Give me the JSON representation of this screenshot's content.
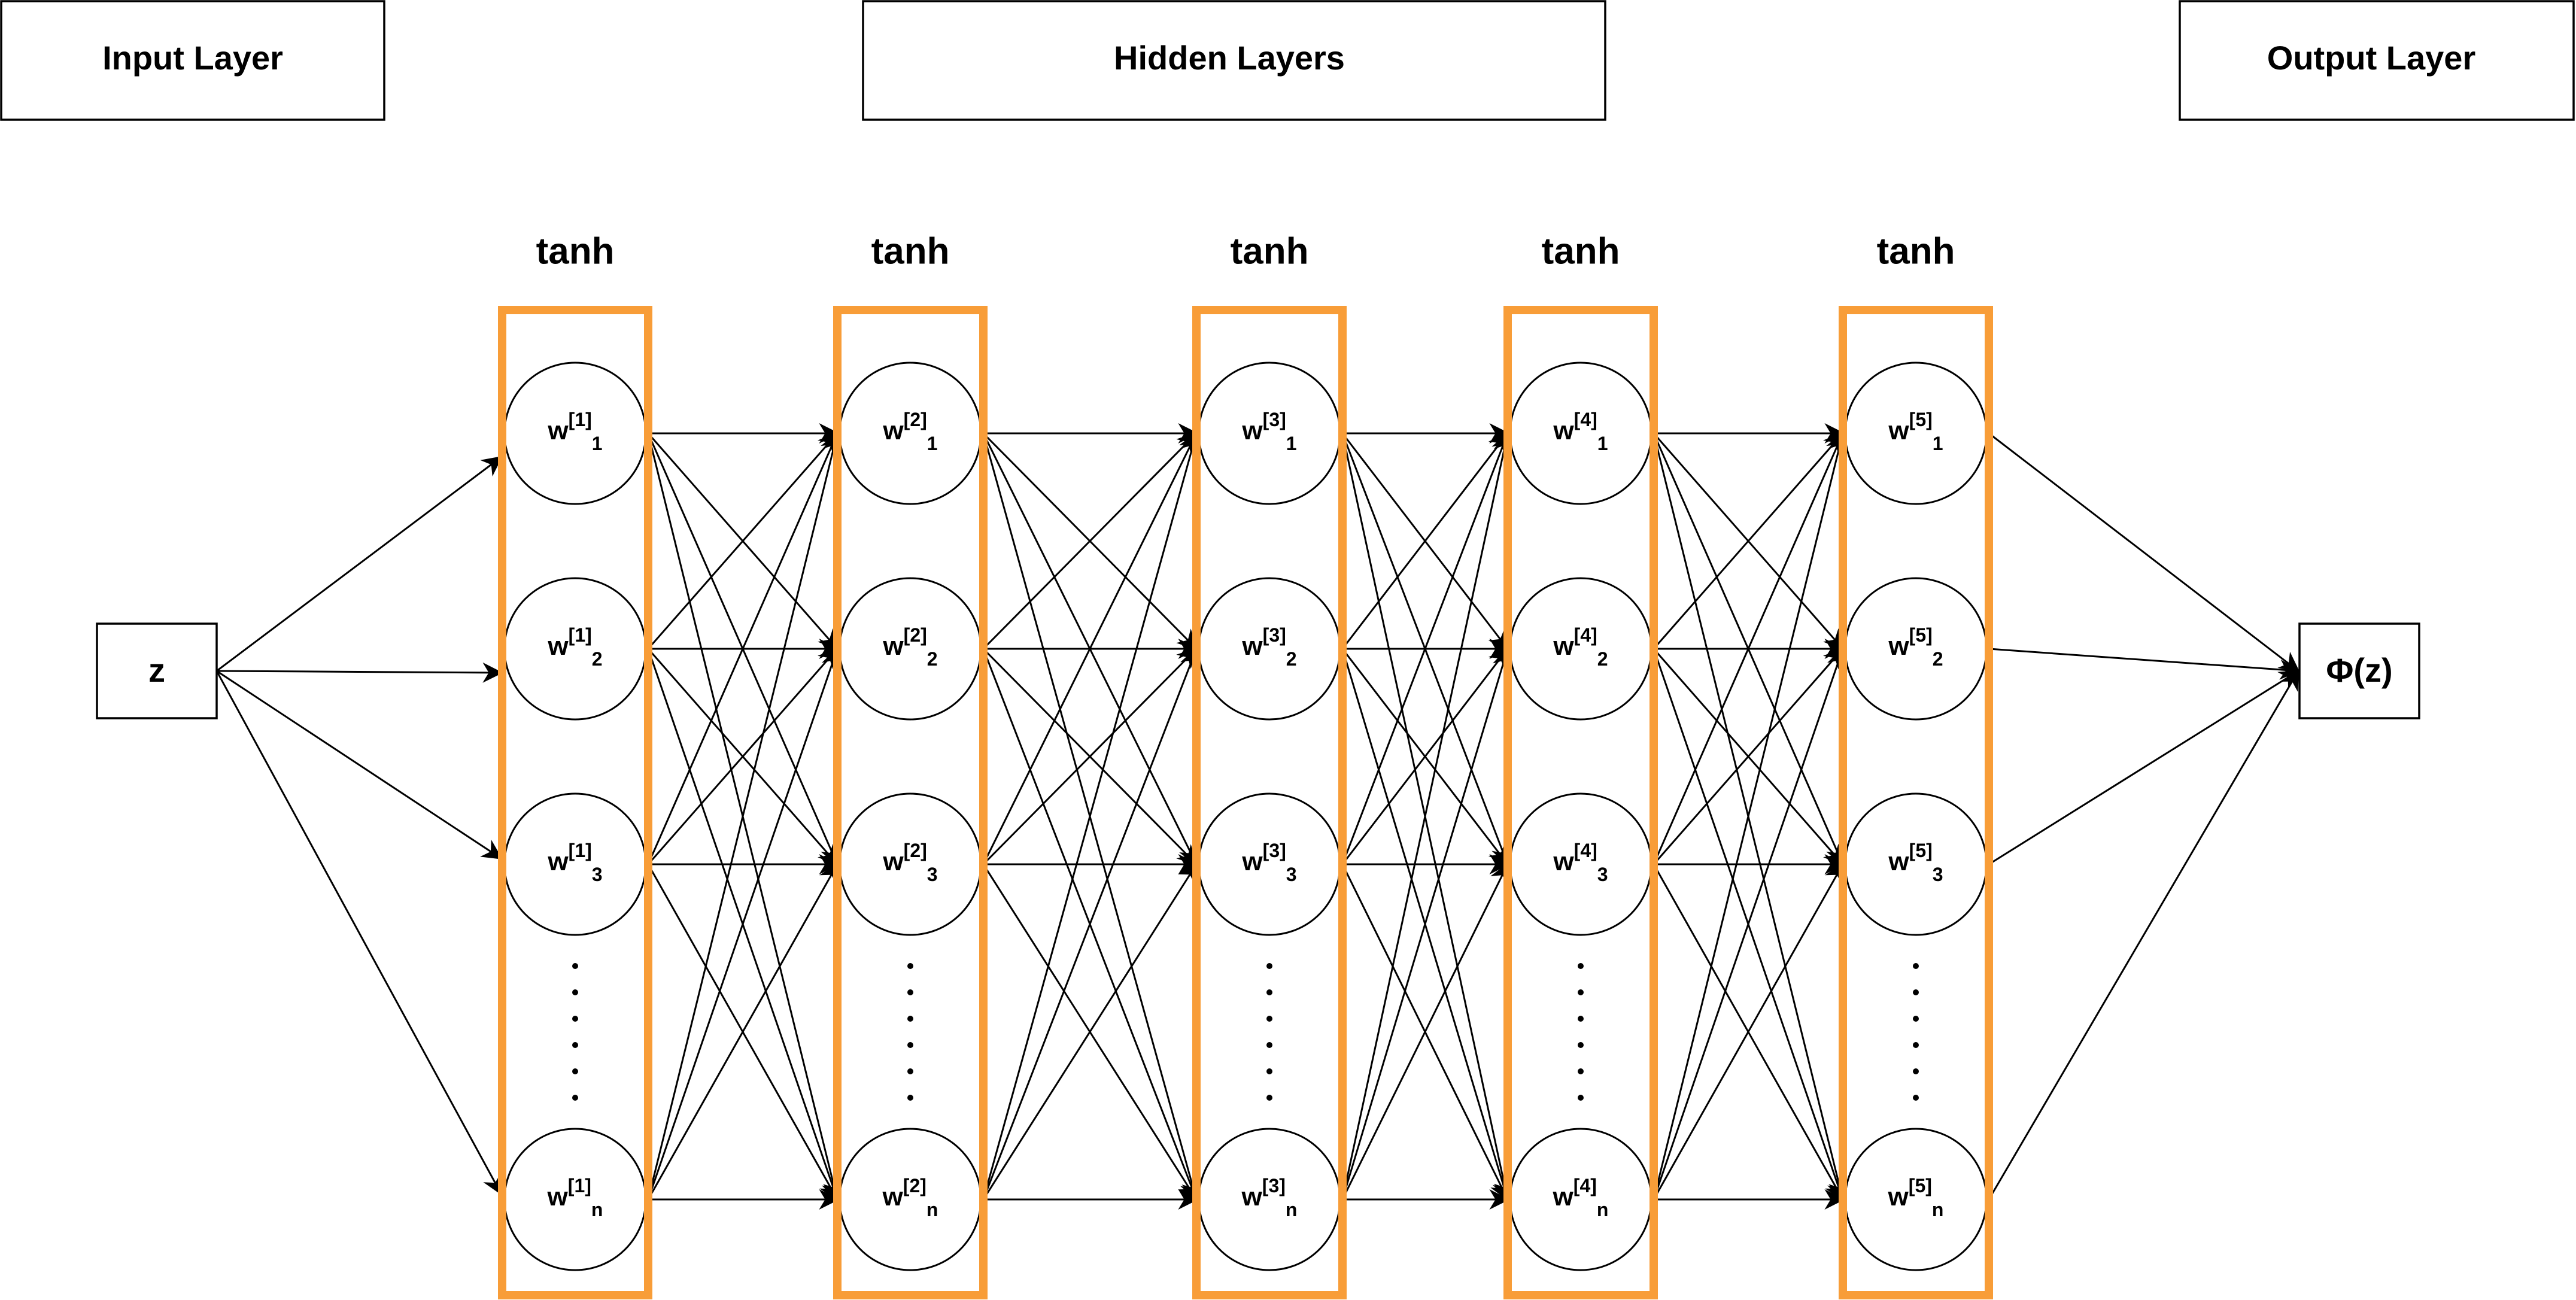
{
  "headers": {
    "input": "Input Layer",
    "hidden": "Hidden Layers",
    "output": "Output Layer"
  },
  "input_node": "z",
  "output_node": "Φ(z)",
  "layers": [
    {
      "activation": "tanh",
      "nodes": [
        {
          "base": "w",
          "sup": "[1]",
          "sub": "1"
        },
        {
          "base": "w",
          "sup": "[1]",
          "sub": "2"
        },
        {
          "base": "w",
          "sup": "[1]",
          "sub": "3"
        },
        {
          "base": "w",
          "sup": "[1]",
          "sub": "n"
        }
      ]
    },
    {
      "activation": "tanh",
      "nodes": [
        {
          "base": "w",
          "sup": "[2]",
          "sub": "1"
        },
        {
          "base": "w",
          "sup": "[2]",
          "sub": "2"
        },
        {
          "base": "w",
          "sup": "[2]",
          "sub": "3"
        },
        {
          "base": "w",
          "sup": "[2]",
          "sub": "n"
        }
      ]
    },
    {
      "activation": "tanh",
      "nodes": [
        {
          "base": "w",
          "sup": "[3]",
          "sub": "1"
        },
        {
          "base": "w",
          "sup": "[3]",
          "sub": "2"
        },
        {
          "base": "w",
          "sup": "[3]",
          "sub": "3"
        },
        {
          "base": "w",
          "sup": "[3]",
          "sub": "n"
        }
      ]
    },
    {
      "activation": "tanh",
      "nodes": [
        {
          "base": "w",
          "sup": "[4]",
          "sub": "1"
        },
        {
          "base": "w",
          "sup": "[4]",
          "sub": "2"
        },
        {
          "base": "w",
          "sup": "[4]",
          "sub": "3"
        },
        {
          "base": "w",
          "sup": "[4]",
          "sub": "n"
        }
      ]
    },
    {
      "activation": "tanh",
      "nodes": [
        {
          "base": "w",
          "sup": "[5]",
          "sub": "1"
        },
        {
          "base": "w",
          "sup": "[5]",
          "sub": "2"
        },
        {
          "base": "w",
          "sup": "[5]",
          "sub": "3"
        },
        {
          "base": "w",
          "sup": "[5]",
          "sub": "n"
        }
      ]
    }
  ],
  "colors": {
    "layer_frame": "#F89D38",
    "stroke": "#000000",
    "background": "#FFFFFF"
  }
}
